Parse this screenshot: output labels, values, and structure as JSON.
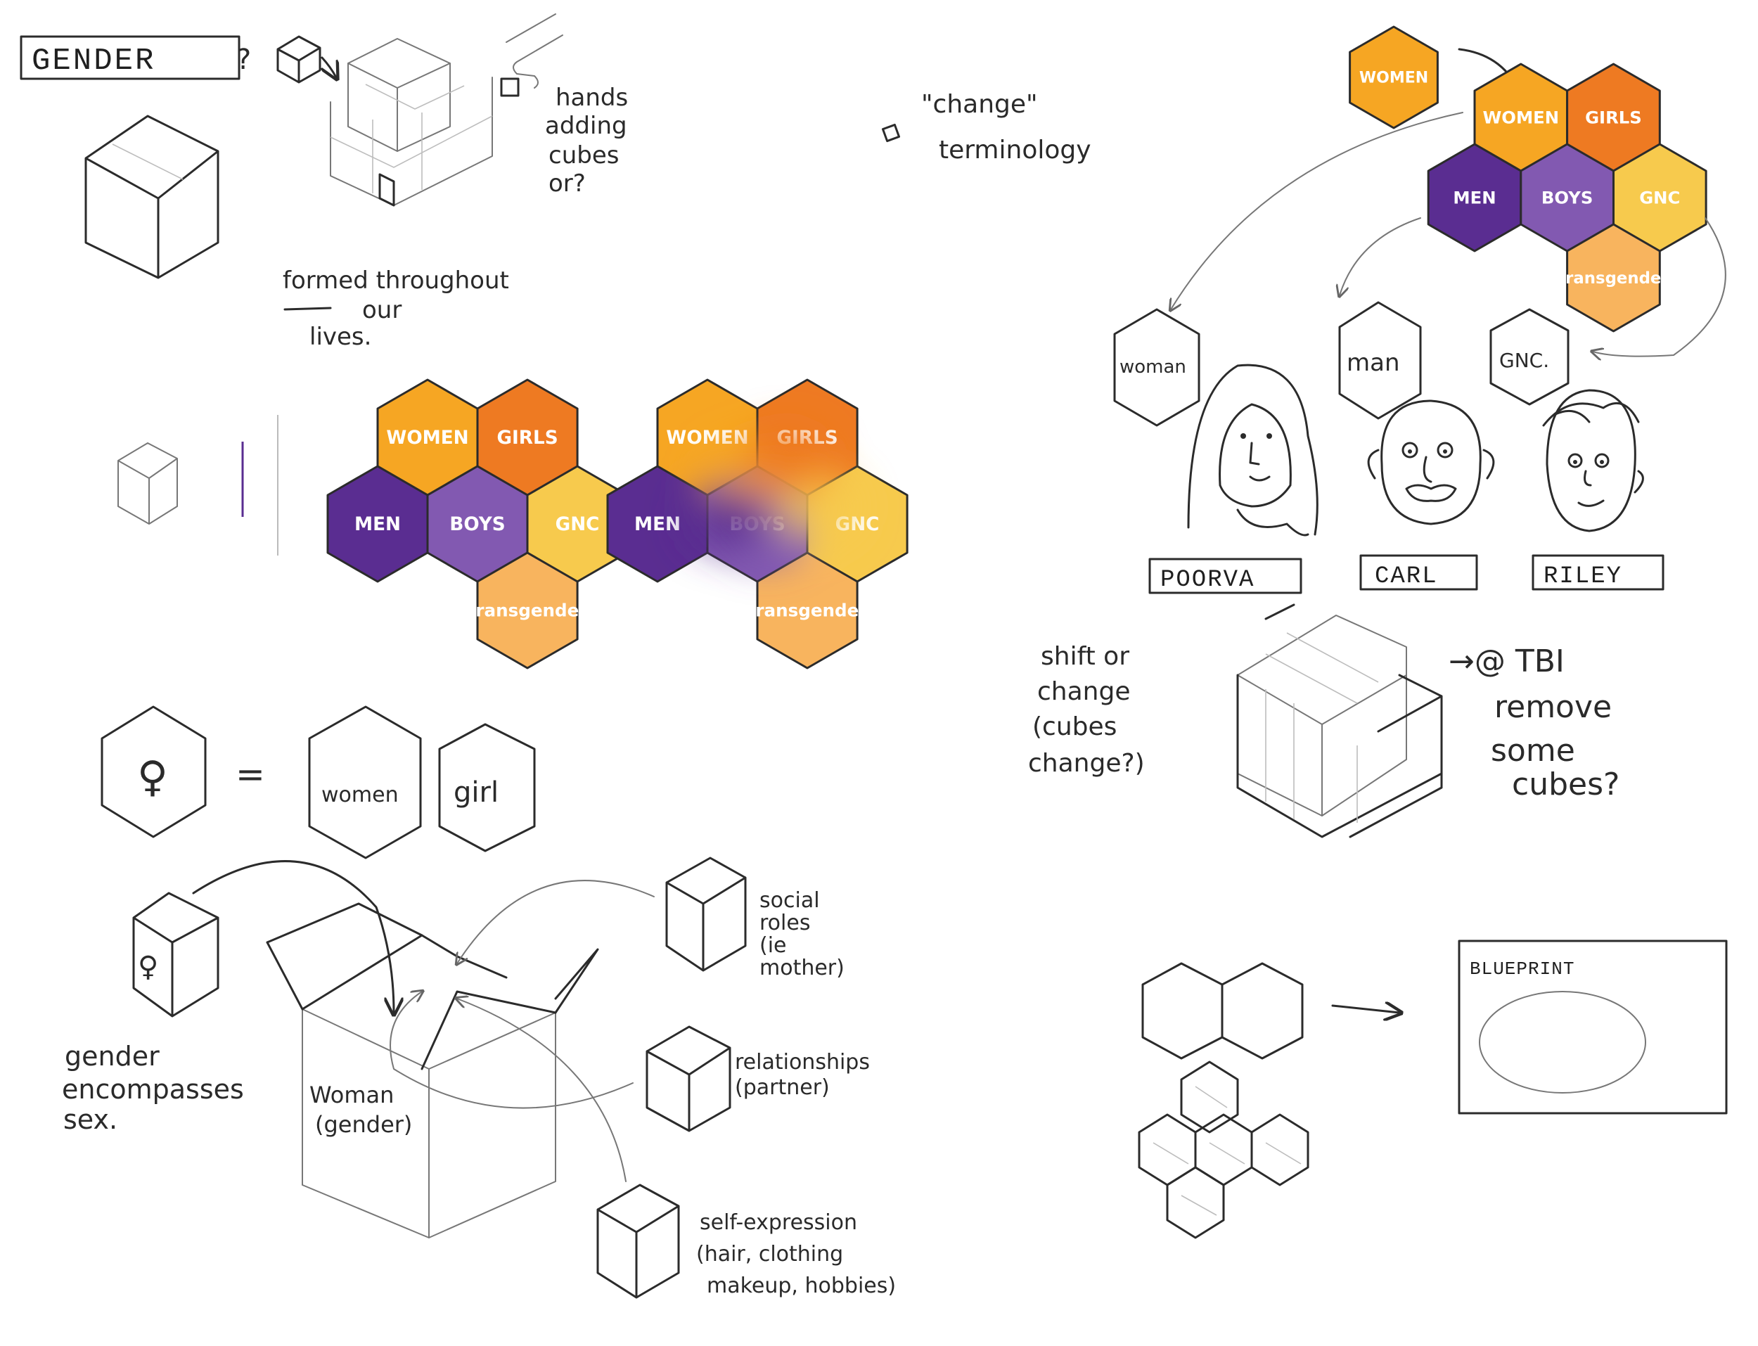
{
  "colors": {
    "orange_light": "#f6a623",
    "orange_dark": "#ee7a22",
    "purple_dark": "#5a2d91",
    "purple_mid": "#8259b1",
    "yellow": "#f7ca4d",
    "peach": "#f8b45e",
    "ink": "#2b2b2b"
  },
  "notes": {
    "gender_title": "GENDER",
    "question": "?",
    "hands_adding": [
      "hands",
      "adding",
      "cubes",
      "or?"
    ],
    "change_terminology": [
      "\"change\"",
      "terminology"
    ],
    "formed_throughout": [
      "formed throughout",
      "our",
      "lives."
    ],
    "shift_or_change": [
      "shift or",
      "change",
      "(cubes",
      "change?)"
    ],
    "tbi": [
      "→@ TBI",
      "remove",
      "some",
      "cubes?"
    ],
    "gender_encompasses": [
      "gender",
      "encompasses",
      "sex."
    ],
    "box_label": [
      "Woman",
      "(gender)"
    ],
    "social_roles": [
      "social",
      "roles",
      "(ie",
      "mother)"
    ],
    "relationships": [
      "relationships",
      "(partner)"
    ],
    "self_expression": [
      "self-expression",
      "(hair, clothing",
      "makeup, hobbies)"
    ],
    "blueprint": "BLUEPRINT"
  },
  "hex_labels": {
    "women": "WOMEN",
    "girls": "GIRLS",
    "men": "MEN",
    "boys": "BOYS",
    "gnc": "GNC",
    "transgender": "transgender"
  },
  "equation": {
    "symbol": "♀",
    "equals": "=",
    "women": "women",
    "girl": "girl"
  },
  "characters": [
    {
      "hex": "woman",
      "name": "POORVA"
    },
    {
      "hex": "man",
      "name": "CARL"
    },
    {
      "hex": "GNC.",
      "name": "RILEY"
    }
  ]
}
